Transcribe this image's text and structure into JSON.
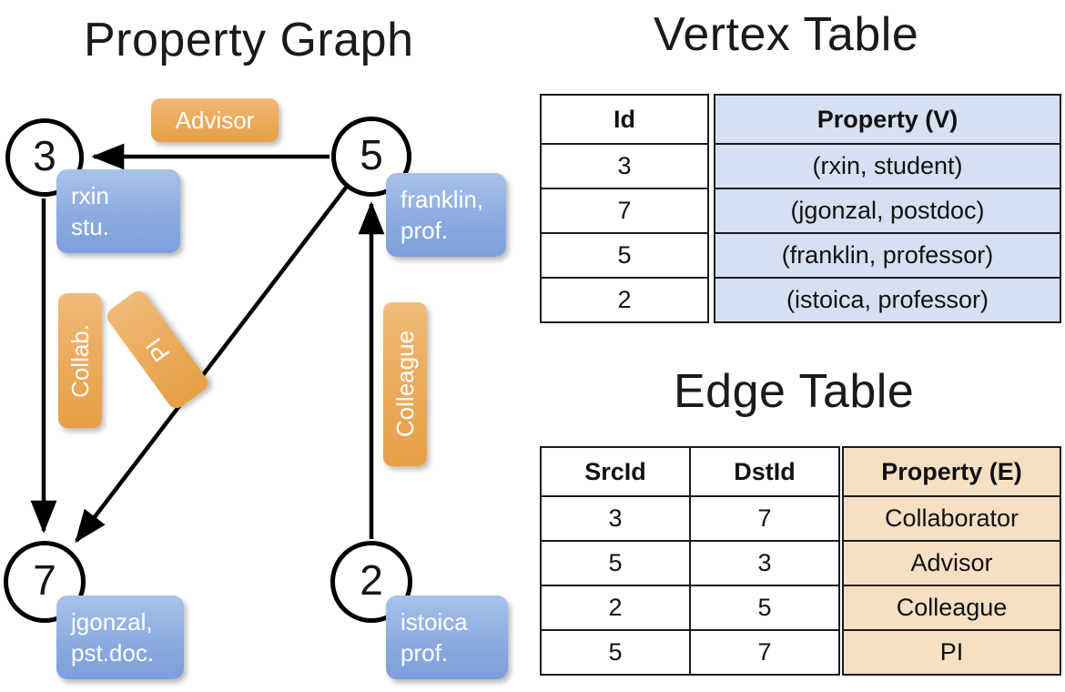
{
  "titles": {
    "property_graph": "Property Graph",
    "vertex_table": "Vertex Table",
    "edge_table": "Edge Table"
  },
  "colors": {
    "vertex_property_fill": "#d6e0f2",
    "edge_property_fill": "#f7dfc4",
    "node_property_box": "#8cabe0",
    "edge_label_box": "#eba95a",
    "stroke": "#1b1b1b"
  },
  "graph": {
    "nodes": [
      {
        "id": "3",
        "property_lines": [
          "rxin",
          "stu."
        ]
      },
      {
        "id": "5",
        "property_lines": [
          "franklin,",
          "prof."
        ]
      },
      {
        "id": "7",
        "property_lines": [
          "jgonzal,",
          "pst.doc."
        ]
      },
      {
        "id": "2",
        "property_lines": [
          "istoica",
          "prof."
        ]
      }
    ],
    "edge_labels": {
      "advisor": "Advisor",
      "collab": "Collab.",
      "pi": "PI",
      "colleague": "Colleague"
    },
    "edges": [
      {
        "from": "5",
        "to": "3",
        "label": "Advisor"
      },
      {
        "from": "3",
        "to": "7",
        "label": "Collab."
      },
      {
        "from": "5",
        "to": "7",
        "label": "PI"
      },
      {
        "from": "2",
        "to": "5",
        "label": "Colleague"
      }
    ]
  },
  "vertex_table": {
    "headers": [
      "Id",
      "Property (V)"
    ],
    "rows": [
      {
        "id": "3",
        "property": "(rxin, student)"
      },
      {
        "id": "7",
        "property": "(jgonzal, postdoc)"
      },
      {
        "id": "5",
        "property": "(franklin, professor)"
      },
      {
        "id": "2",
        "property": "(istoica, professor)"
      }
    ]
  },
  "edge_table": {
    "headers": [
      "SrcId",
      "DstId",
      "Property (E)"
    ],
    "rows": [
      {
        "src": "3",
        "dst": "7",
        "property": "Collaborator"
      },
      {
        "src": "5",
        "dst": "3",
        "property": "Advisor"
      },
      {
        "src": "2",
        "dst": "5",
        "property": "Colleague"
      },
      {
        "src": "5",
        "dst": "7",
        "property": "PI"
      }
    ]
  }
}
